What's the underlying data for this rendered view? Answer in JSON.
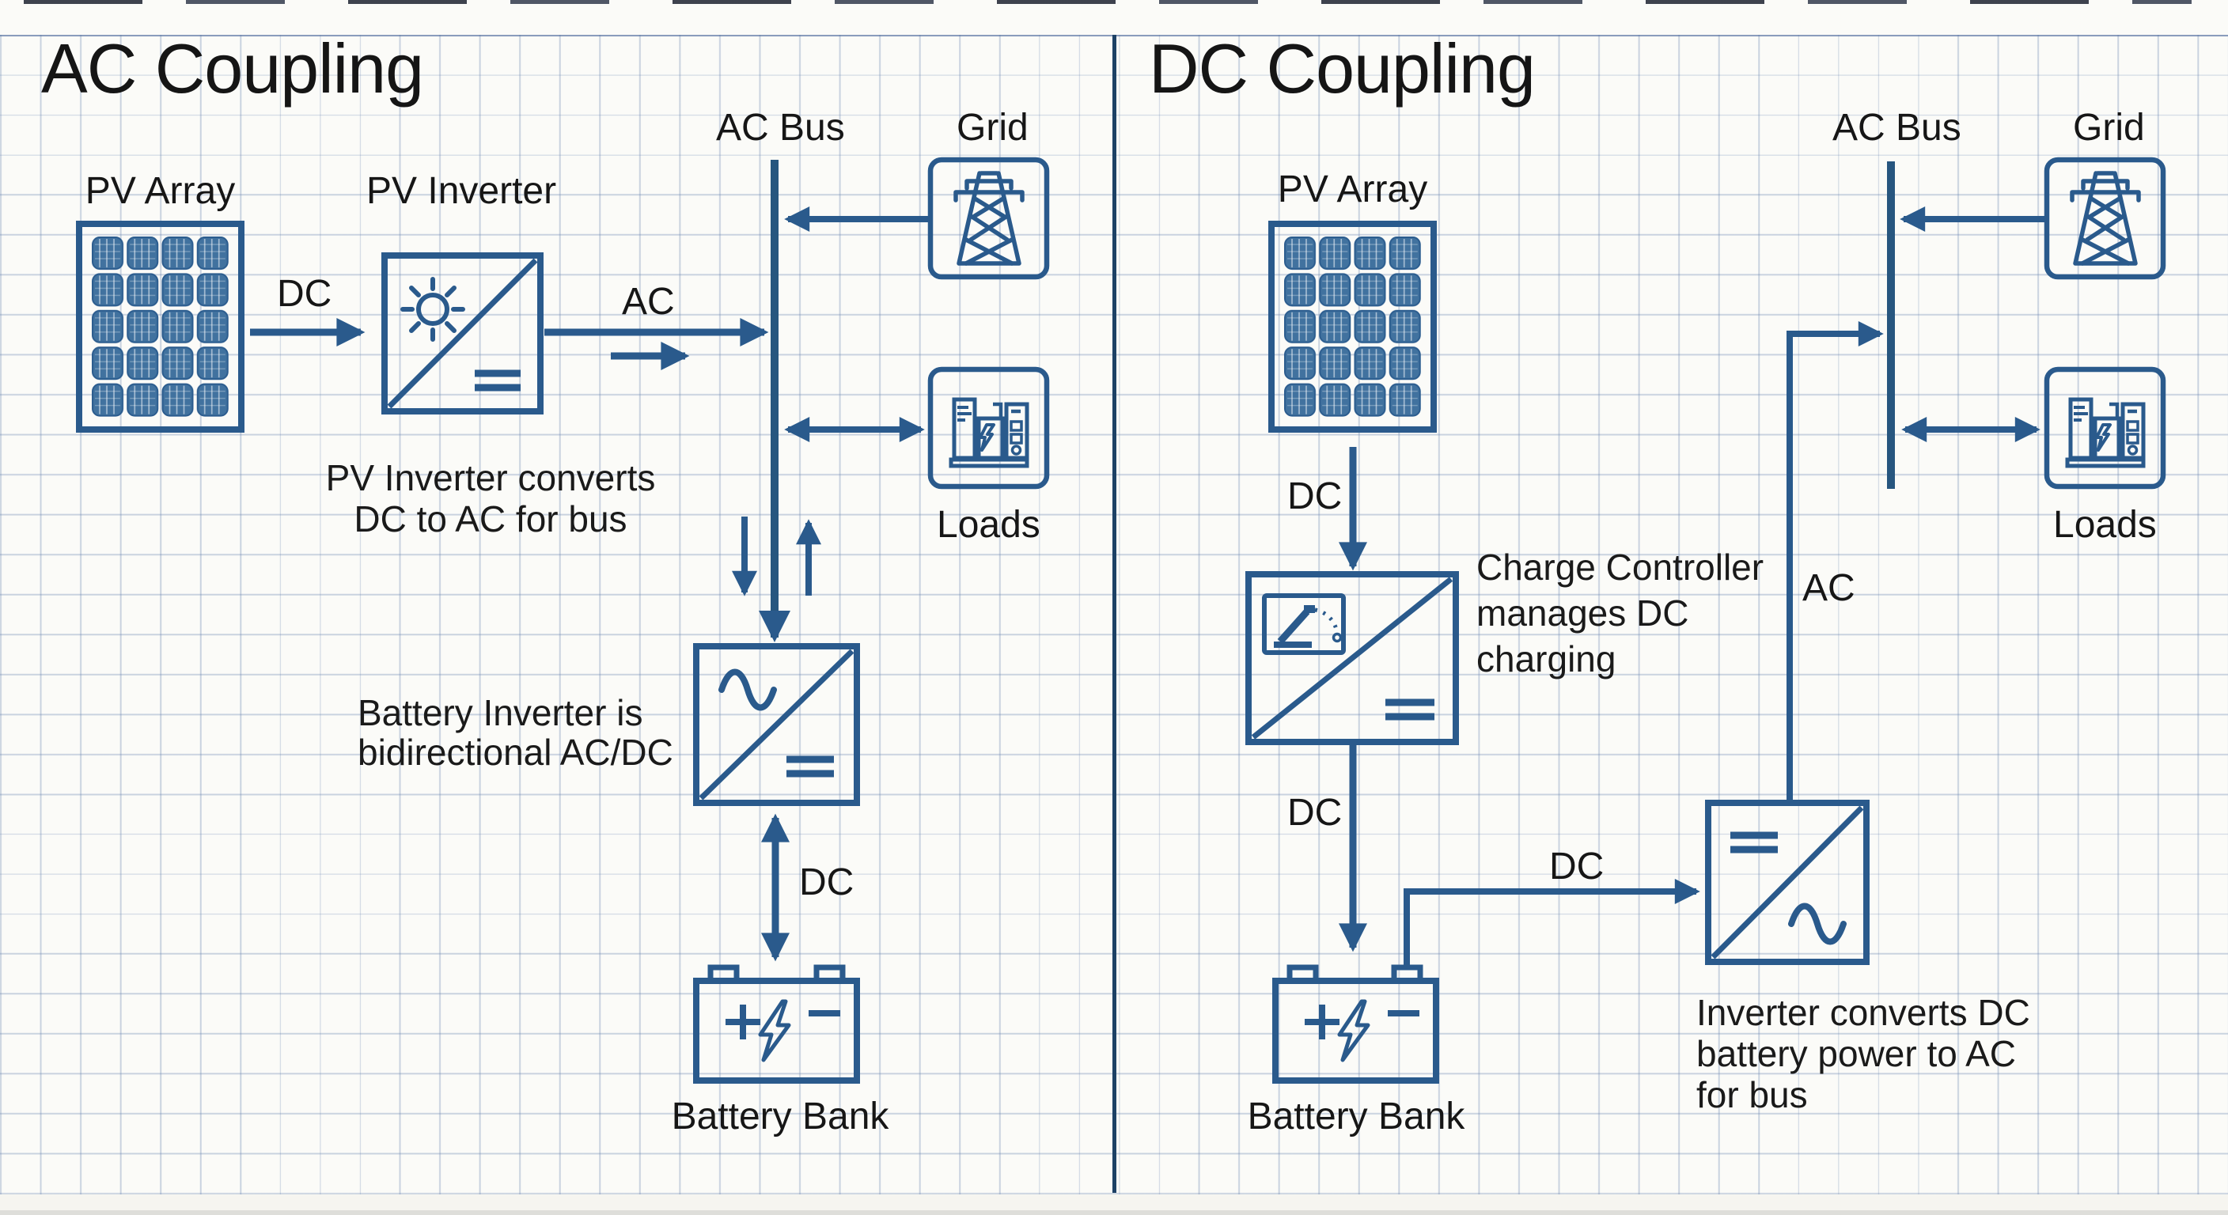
{
  "palette": {
    "ink": "#2a5a8c",
    "ink_dark": "#27567f",
    "divider": "#1d4166",
    "cell_fill": "#41729f",
    "paper": "#fbfbf8",
    "text": "#161616"
  },
  "left": {
    "title": "AC Coupling",
    "pv_array_label": "PV Array",
    "pv_inverter_label": "PV Inverter",
    "dc_label": "DC",
    "ac_label": "AC",
    "ac_bus_label": "AC Bus",
    "grid_label": "Grid",
    "loads_label": "Loads",
    "pv_inverter_caption": {
      "line1": "PV Inverter converts",
      "line2": "DC to AC for bus"
    },
    "battery_inverter_caption": {
      "line1": "Battery Inverter is",
      "line2": "bidirectional AC/DC"
    },
    "battery_dc_label": "DC",
    "battery_bank_label": "Battery Bank"
  },
  "right": {
    "title": "DC Coupling",
    "pv_array_label": "PV Array",
    "dc_to_controller_label": "DC",
    "dc_to_battery_label": "DC",
    "dc_to_inverter_label": "DC",
    "ac_label": "AC",
    "ac_bus_label": "AC Bus",
    "grid_label": "Grid",
    "loads_label": "Loads",
    "charge_controller_caption": {
      "line1": "Charge Controller",
      "line2": "manages DC",
      "line3": "charging"
    },
    "inverter_caption": {
      "line1": "Inverter converts DC",
      "line2": "battery power to AC",
      "line3": "for bus"
    },
    "battery_bank_label": "Battery Bank"
  },
  "icons": [
    "pv-array-icon",
    "sun-icon",
    "inverter-icon",
    "charge-controller-icon",
    "battery-icon",
    "grid-tower-icon",
    "loads-icon",
    "arrow-icon",
    "ac-bus-line"
  ]
}
